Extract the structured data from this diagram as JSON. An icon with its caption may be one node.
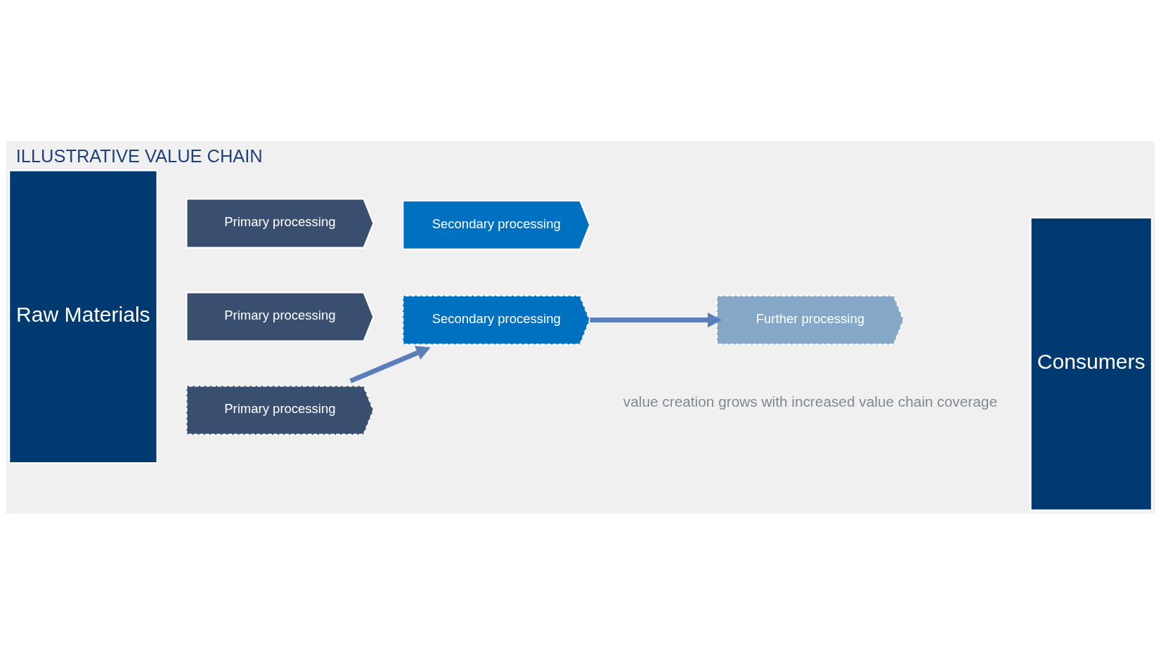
{
  "diagram": {
    "title": "ILLUSTRATIVE VALUE CHAIN",
    "nodes": [
      {
        "text": [
          "Raw Materials"
        ]
      },
      {
        "text": [
          "Primary processing"
        ]
      },
      {
        "text": [
          "Secondary processing"
        ]
      },
      {
        "text": [
          "Further processing"
        ]
      },
      {
        "text": [
          "Primary processing"
        ]
      },
      {
        "text": [
          "Secondary processing"
        ]
      },
      {
        "text": [
          "Primary processing"
        ]
      },
      {
        "text": [
          "Consumers"
        ]
      }
    ],
    "edges": [
      {
        "from": 6,
        "to": 5,
        "arrow": "to"
      },
      {
        "from": 5,
        "to": 3,
        "arrow": "to"
      }
    ],
    "labels": [
      "value creation grows with increased value chain coverage"
    ]
  }
}
